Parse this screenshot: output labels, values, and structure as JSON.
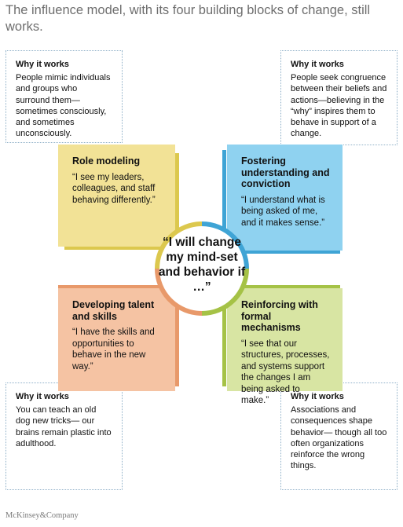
{
  "title": "The influence model, with its four building blocks of change, still works.",
  "why_boxes": [
    {
      "heading": "Why it works",
      "text": "People mimic individuals and groups who surround them— sometimes consciously, and sometimes unconsciously."
    },
    {
      "heading": "Why it works",
      "text": "People seek congruence between their beliefs and actions—believing in the “why” inspires them to behave in support of a change."
    },
    {
      "heading": "Why it works",
      "text": "You can teach an old dog new tricks— our brains remain plastic into adulthood."
    },
    {
      "heading": "Why it works",
      "text": "Associations and consequences shape behavior— though all too often organizations reinforce the wrong things."
    }
  ],
  "blocks": [
    {
      "heading": "Role modeling",
      "quote": "“I see my leaders, colleagues, and staff behaving differently.”",
      "color": "#f2e296"
    },
    {
      "heading": "Fostering understanding and conviction",
      "quote": "“I understand what is being asked of me, and it makes sense.”",
      "color": "#8fd2f0"
    },
    {
      "heading": "Developing talent and skills",
      "quote": "“I have the skills and opportunities to behave in the new way.”",
      "color": "#f5c3a3"
    },
    {
      "heading": "Reinforcing with formal mechanisms",
      "quote": "“I see that our structures, processes, and systems support the changes I am being asked to make.”",
      "color": "#d8e5a3"
    }
  ],
  "center": {
    "text": "“I will change my mind-set and behavior if …”"
  },
  "ring_colors": [
    "#dcc84e",
    "#3fa4d5",
    "#a5c246",
    "#e8996a"
  ],
  "logo": "McKinsey&Company"
}
